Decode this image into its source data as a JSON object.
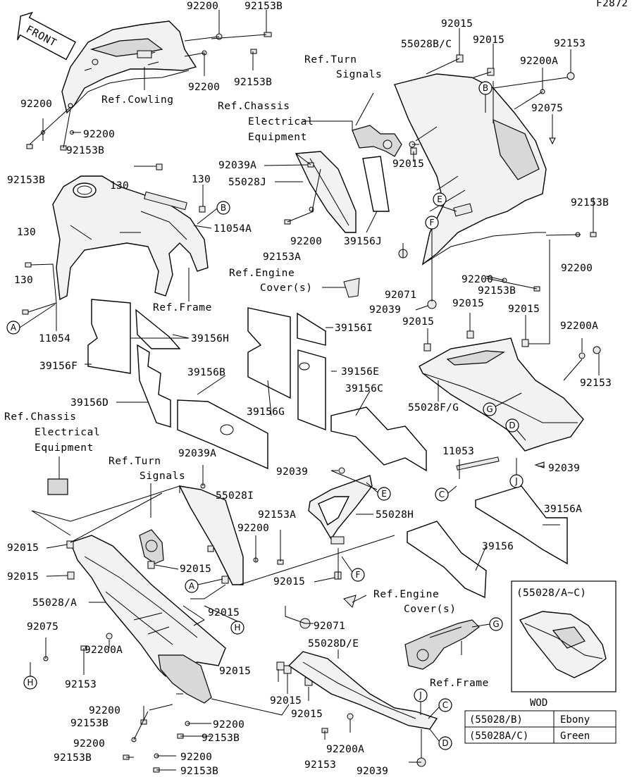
{
  "figure_code": "F2872",
  "front_label": "FRONT",
  "labels": {
    "p_92200_tl": "92200",
    "p_92153B_tl": "92153B",
    "p_92200_cowl": "92200",
    "p_92153B_cowl": "92153B",
    "ref_cowling": "Ref.Cowling",
    "p_92200_l1": "92200",
    "p_92200_l2": "92200",
    "p_92153B_l2": "92153B",
    "p_92153B_l3": "92153B",
    "ref_chassis1_a": "Ref.Chassis",
    "ref_chassis1_b": "Electrical",
    "ref_chassis1_c": "Equipment",
    "ref_turn1_a": "Ref.Turn",
    "ref_turn1_b": "Signals",
    "p_55028BC": "55028B/C",
    "p_92015_t1": "92015",
    "p_92015_t2": "92015",
    "p_92153_tr": "92153",
    "p_92200A_tr": "92200A",
    "p_92075_tr": "92075",
    "p_92039A_1": "92039A",
    "p_55028J": "55028J",
    "p_92015_m": "92015",
    "p_130_a": "130",
    "p_130_b": "130",
    "p_11054A": "11054A",
    "p_92200_m": "92200",
    "p_92153A_m": "92153A",
    "p_39156J": "39156J",
    "p_92153B_r": "92153B",
    "p_92200_r": "92200",
    "p_130_c": "130",
    "p_130_d": "130",
    "ref_engine1_a": "Ref.Engine",
    "ref_engine1_b": "Cover(s)",
    "p_92071_1": "92071",
    "p_92039_1": "92039",
    "p_92200_r2": "92200",
    "p_92153B_r2": "92153B",
    "ref_frame1": "Ref.Frame",
    "p_11054": "11054",
    "p_92015_c1": "92015",
    "p_92015_c2": "92015",
    "p_92015_c3": "92015",
    "p_92200A_r": "92200A",
    "p_92153_r": "92153",
    "p_39156H": "39156H",
    "p_39156I": "39156I",
    "p_39156F": "39156F",
    "p_39156E": "39156E",
    "p_39156B": "39156B",
    "p_39156C": "39156C",
    "p_39156D": "39156D",
    "p_39156G": "39156G",
    "p_55028FG": "55028F/G",
    "ref_chassis2_a": "Ref.Chassis",
    "ref_chassis2_b": "Electrical",
    "ref_chassis2_c": "Equipment",
    "ref_turn2_a": "Ref.Turn",
    "ref_turn2_b": "Signals",
    "p_92039A_2": "92039A",
    "p_92039_2": "92039",
    "p_11053": "11053",
    "p_92039_3": "92039",
    "p_55028I": "55028I",
    "p_92153A_2": "92153A",
    "p_55028H": "55028H",
    "p_92200_mid": "92200",
    "p_39156A": "39156A",
    "p_39156": "39156",
    "p_92015_l1": "92015",
    "p_92015_l2": "92015",
    "p_92015_l3": "92015",
    "p_92015_mid": "92015",
    "p_92015_mid2": "92015",
    "ref_engine2_a": "Ref.Engine",
    "ref_engine2_b": "Cover(s)",
    "p_55028A": "55028/A",
    "p_92071_2": "92071",
    "p_92075_l": "92075",
    "p_92153_l": "92153",
    "p_92200A_l": "92200A",
    "p_92015_b1": "92015",
    "p_92015_b2": "92015",
    "p_92015_b3": "92015",
    "p_55028DE": "55028D/E",
    "ref_frame2": "Ref.Frame",
    "p_92200_b1": "92200",
    "p_92153B_b1": "92153B",
    "p_92200_b2": "92200",
    "p_92153B_b2": "92153B",
    "p_92200_b3": "92200",
    "p_92153B_b3": "92153B",
    "p_92200_b4": "92200",
    "p_92153B_b4": "92153B",
    "p_92200A_b": "92200A",
    "p_92153_b": "92153",
    "p_92039_b": "92039"
  },
  "callouts": {
    "A": "A",
    "B": "B",
    "C": "C",
    "D": "D",
    "E": "E",
    "F": "F",
    "G": "G",
    "H": "H",
    "J": "J"
  },
  "inset_title": "(55028/A~C)",
  "wod_table": {
    "title": "WOD",
    "rows": [
      {
        "part": "(55028/B)",
        "color": "Ebony"
      },
      {
        "part": "(55028A/C)",
        "color": "Green"
      }
    ]
  }
}
